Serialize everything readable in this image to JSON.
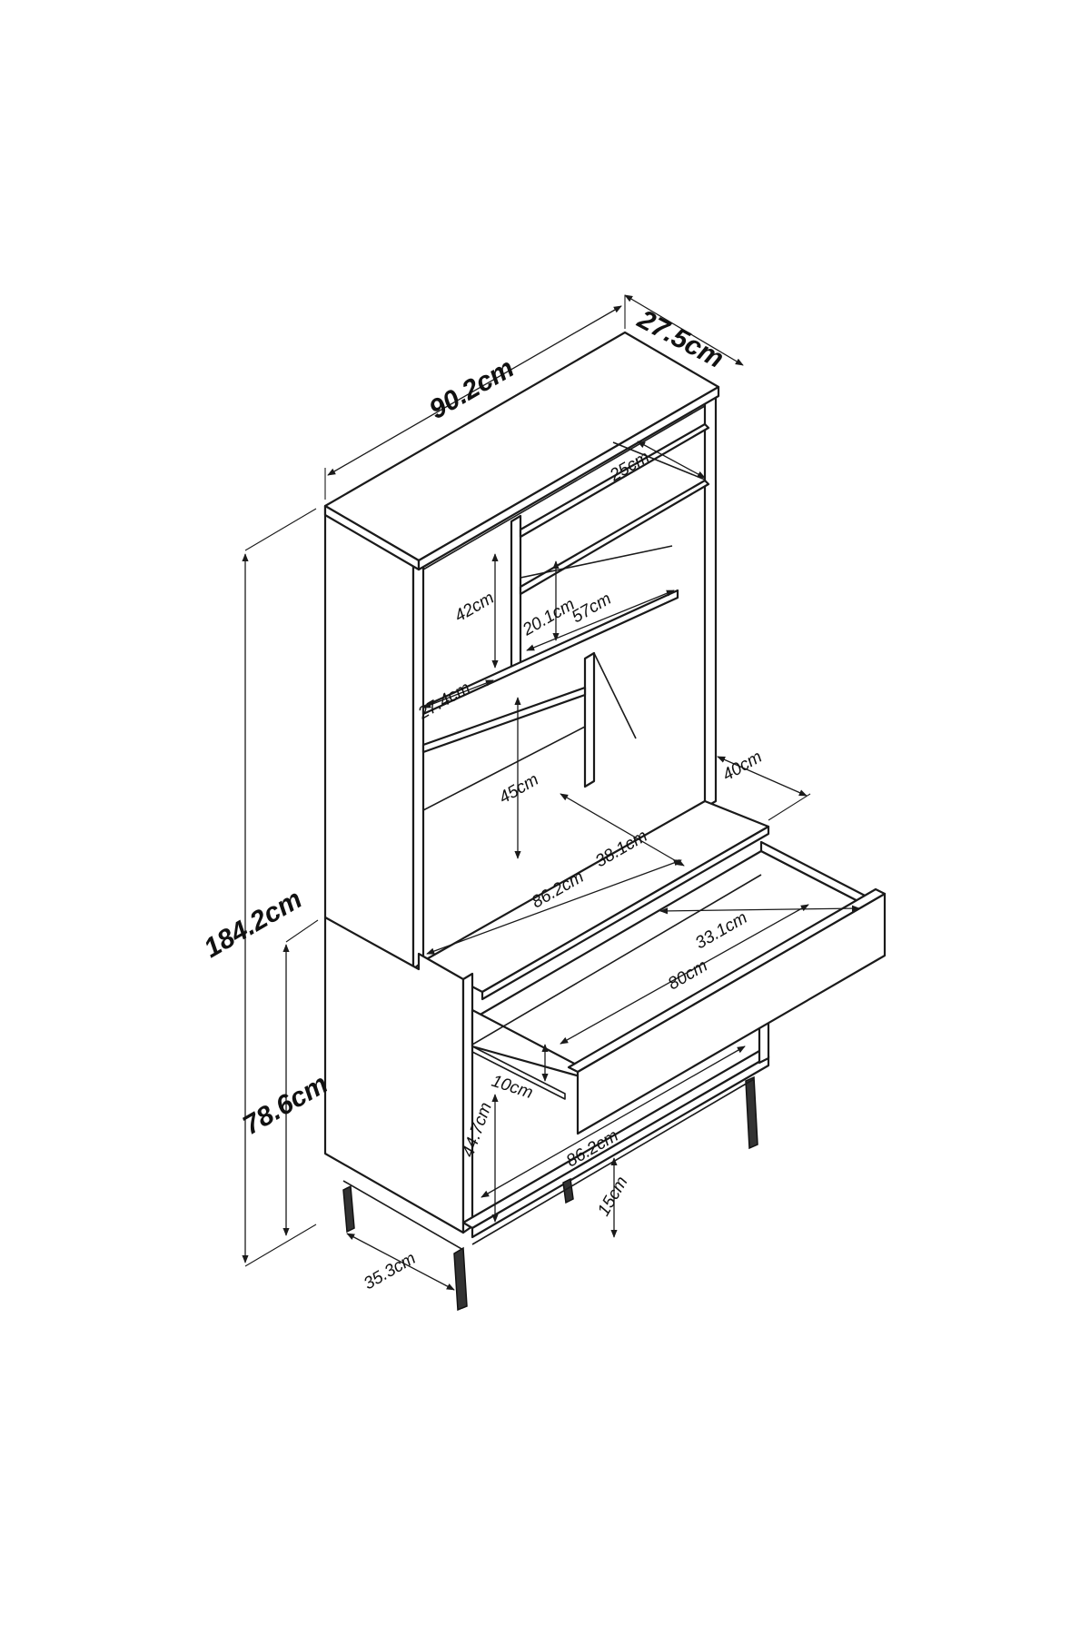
{
  "diagram": {
    "dimensions": {
      "overall_width": "90.2cm",
      "overall_depth": "27.5cm",
      "overall_height": "184.2cm",
      "base_height": "78.6cm",
      "shelf_depth": "25cm",
      "left_compartment_height": "42cm",
      "shelf_gap_height": "20.1cm",
      "shelf_width": "57cm",
      "left_shelf_depth": "27.4cm",
      "desk_depth": "40cm",
      "middle_opening_height": "45cm",
      "desk_width": "86.2cm",
      "desk_top_depth": "38.1cm",
      "drawer_depth": "33.1cm",
      "drawer_width": "80cm",
      "drawer_height": "10cm",
      "lower_opening_height": "44.7cm",
      "base_width": "86.2cm",
      "leg_height": "15cm",
      "base_depth": "35.3cm"
    }
  }
}
